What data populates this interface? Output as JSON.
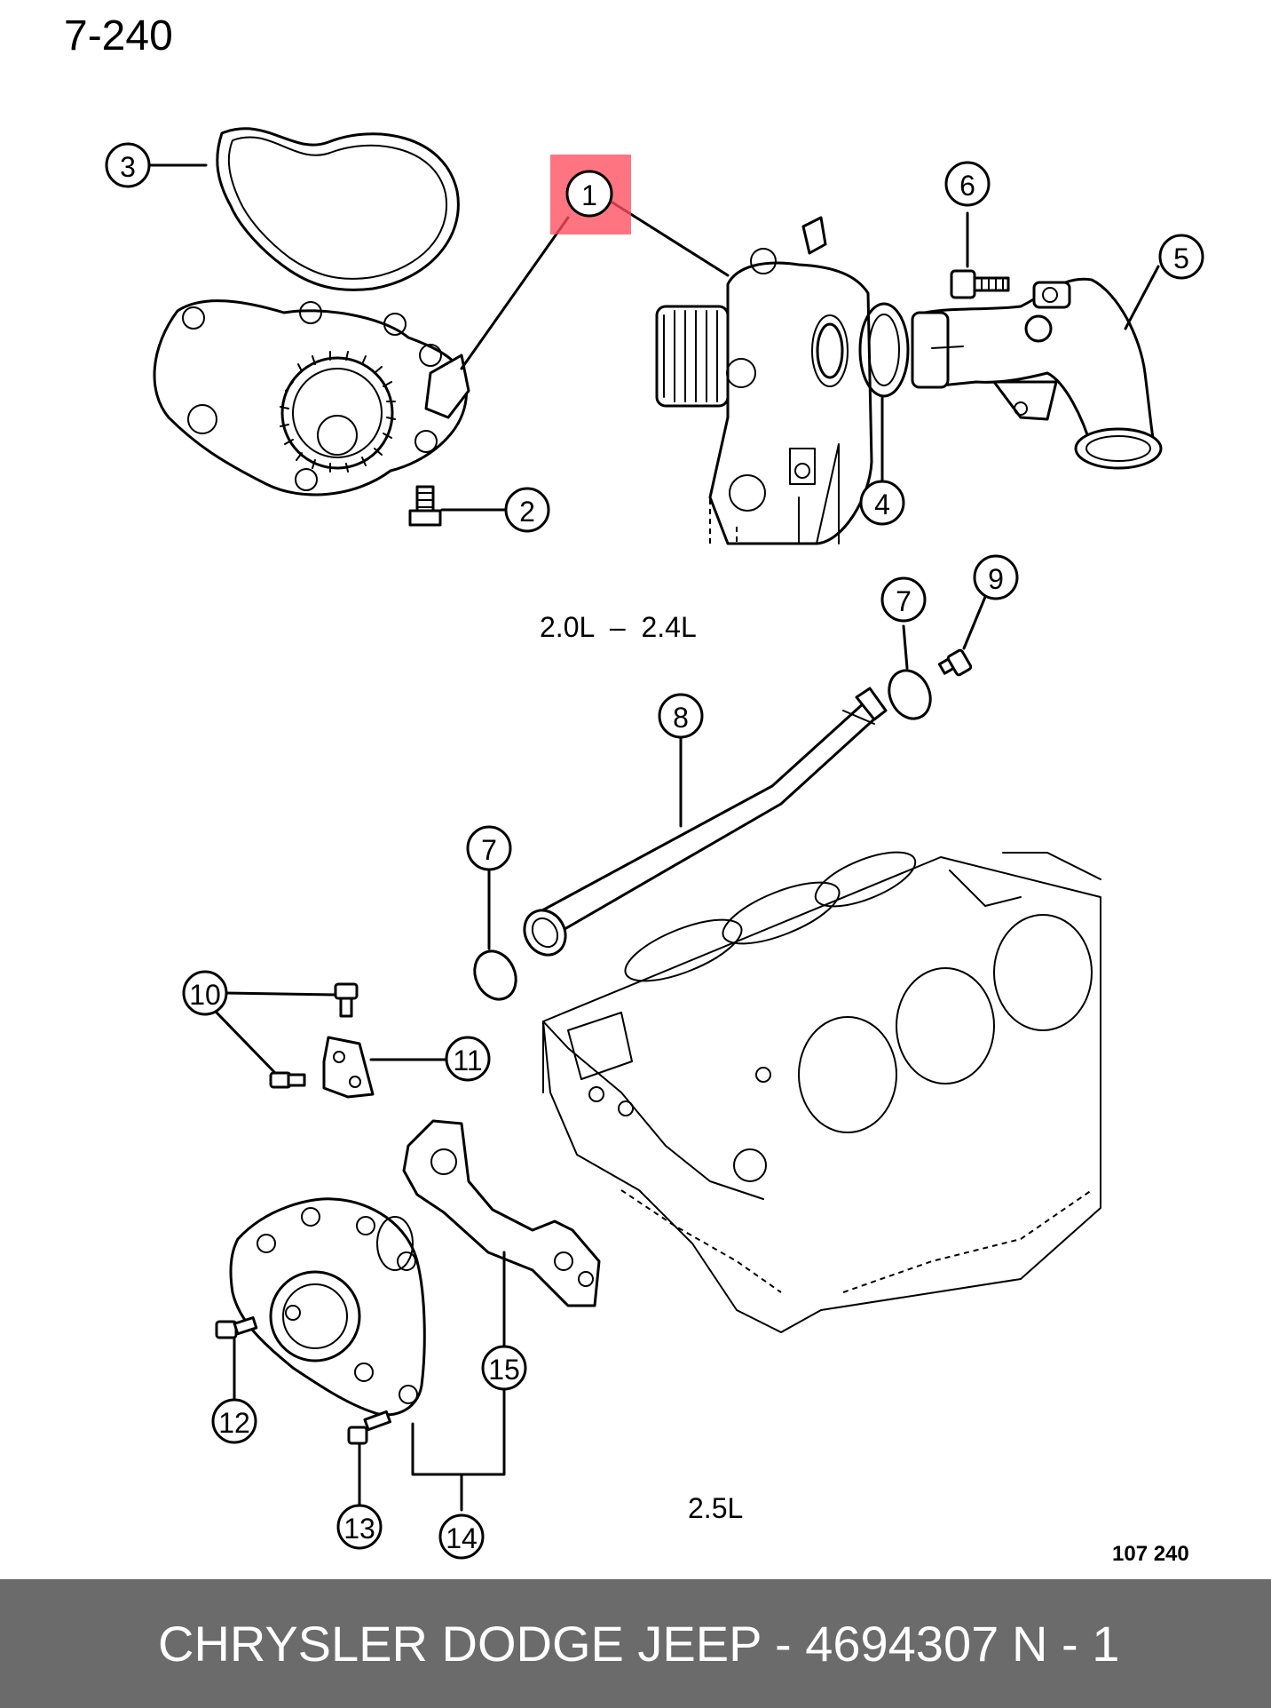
{
  "page": {
    "ref": "7-240",
    "figure_number": "107 240"
  },
  "captions": {
    "top": "2.0L  –  2.4L",
    "bottom": "2.5L"
  },
  "callouts": [
    "1",
    "2",
    "3",
    "4",
    "5",
    "6",
    "7",
    "8",
    "9",
    "10",
    "11",
    "12",
    "13",
    "14",
    "15"
  ],
  "highlight": {
    "callout": "1",
    "color": "#ff4d5e"
  },
  "footer": {
    "title": "CHRYSLER DODGE JEEP - 4694307",
    "page_label": "N - 1",
    "background": "#6b6b6b",
    "text_color": "#ffffff"
  }
}
